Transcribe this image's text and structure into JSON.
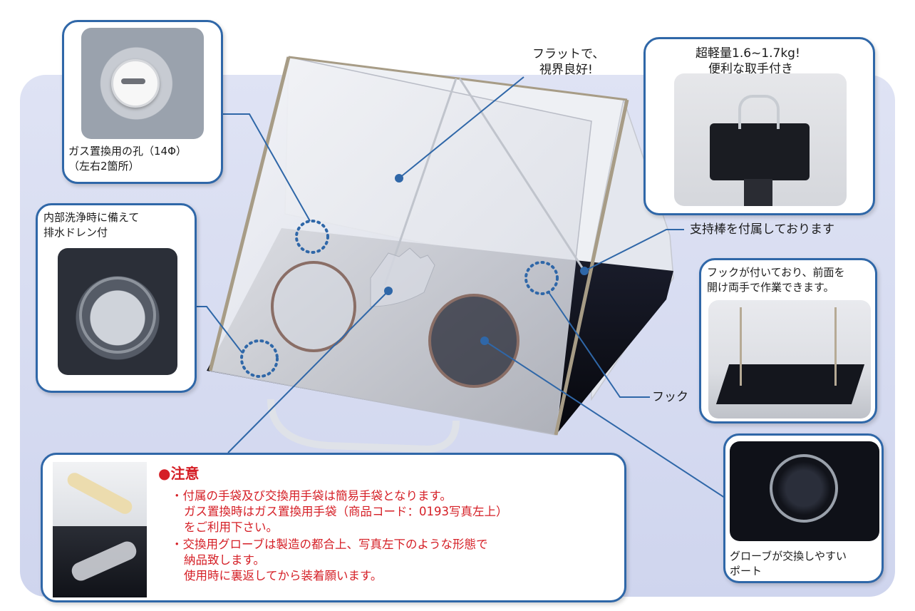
{
  "callouts": {
    "gas_port": {
      "line1": "ガス置換用の孔（14Φ）",
      "line2": "（左右2箇所）"
    },
    "drain": {
      "line1": "内部洗浄時に備えて",
      "line2": "排水ドレン付"
    },
    "flat_view": {
      "line1": "フラットで、",
      "line2": "視界良好!"
    },
    "weight": {
      "line1": "超軽量1.6~1.7kg!",
      "line2": "便利な取手付き"
    },
    "support_rod": {
      "text": "支持棒を付属しております"
    },
    "hook_open": {
      "line1": "フックが付いており、前面を",
      "line2": "開け両手で作業できます。"
    },
    "hook": {
      "text": "フック"
    },
    "port": {
      "line1": "グローブが交換しやすい",
      "line2": "ポート"
    }
  },
  "notice": {
    "title": "注意",
    "lines": [
      "・付属の手袋及び交換用手袋は簡易手袋となります。",
      "ガス置換時はガス置換用手袋（商品コード：0193写真左上）",
      "をご利用下さい。",
      "・交換用グローブは製造の都合上、写真左下のような形態で",
      "納品致します。",
      "使用時に裏返してから装着願います。"
    ]
  },
  "colors": {
    "frame_blue": "#2f67a8",
    "notice_red": "#d51f26",
    "panel_bg": "#d7dcf1"
  }
}
